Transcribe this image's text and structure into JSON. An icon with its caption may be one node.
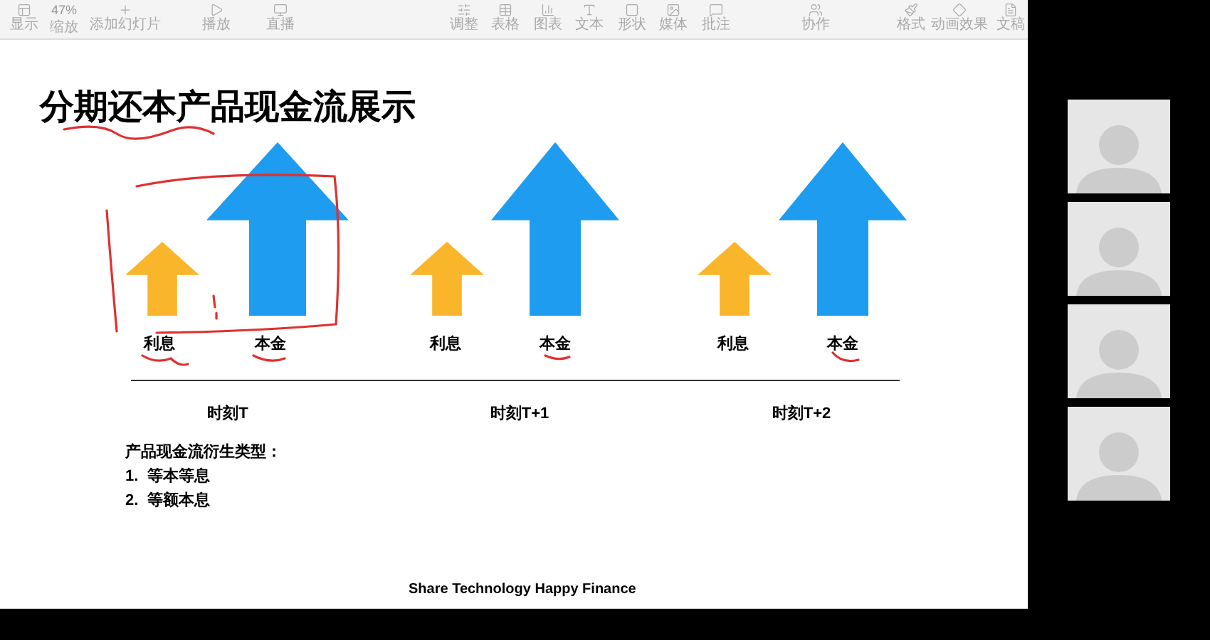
{
  "diagram": {
    "title": "分期还本产品现金流展示",
    "labels": [
      "47%",
      "显示",
      "缩放",
      "添加幻灯片",
      "播放",
      "直播",
      "调整",
      "表格",
      "图表",
      "文本",
      "形状",
      "媒体",
      "批注",
      "协作",
      "格式",
      "动画效果",
      "文稿",
      "利息",
      "本金",
      "利息",
      "本金",
      "利息",
      "本金",
      "时刻T",
      "时刻T+1",
      "时刻T+2",
      "产品现金流衍生类型：",
      "1.  等本等息",
      "2.  等额本息",
      "Share Technology Happy Finance"
    ]
  }
}
